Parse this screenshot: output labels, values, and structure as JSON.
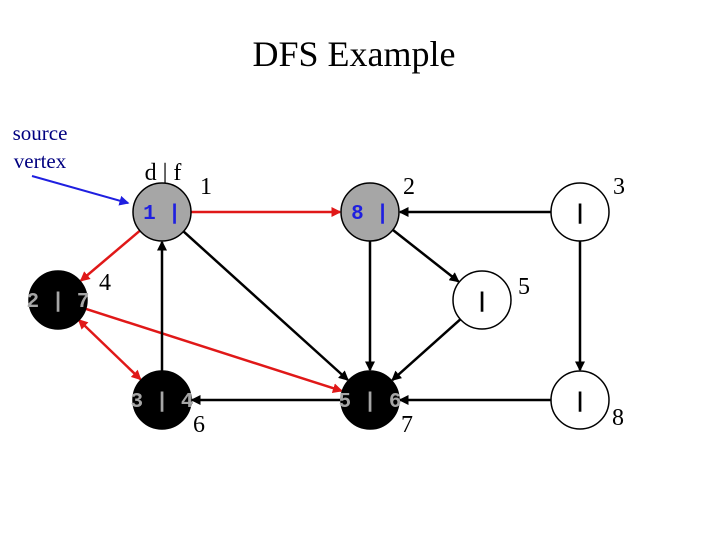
{
  "title": "DFS Example",
  "source_label": [
    "source",
    "vertex"
  ],
  "legend": "d | f",
  "colors": {
    "gray_node": "#a6a6a6",
    "black_node": "#000000",
    "white_node": "#ffffff",
    "tree_edge": "#e01818",
    "edge": "#000000",
    "source_arrow": "#1f1fe0",
    "gray_text": "#1f1fe0",
    "black_text": "#a6a6a6"
  },
  "nodes": [
    {
      "id": "a",
      "label": "1 |",
      "state": "gray"
    },
    {
      "id": "b",
      "label": "8 |",
      "state": "gray"
    },
    {
      "id": "c",
      "label": "|",
      "state": "white"
    },
    {
      "id": "d",
      "label": "2 | 7",
      "state": "black"
    },
    {
      "id": "e",
      "label": "|",
      "state": "white"
    },
    {
      "id": "f",
      "label": "3 | 4",
      "state": "black"
    },
    {
      "id": "g",
      "label": "5 | 6",
      "state": "black"
    },
    {
      "id": "h",
      "label": "|",
      "state": "white"
    }
  ],
  "edges": [
    {
      "from": "a",
      "to": "b",
      "tree": true
    },
    {
      "from": "a",
      "to": "d",
      "tree": true
    },
    {
      "from": "d",
      "to": "f",
      "tree": true
    },
    {
      "from": "d",
      "to": "g",
      "tree": true
    },
    {
      "from": "f",
      "to": "a",
      "tree": false
    },
    {
      "from": "a",
      "to": "g",
      "tree": false
    },
    {
      "from": "g",
      "to": "f",
      "tree": false
    },
    {
      "from": "b",
      "to": "g",
      "tree": false
    },
    {
      "from": "b",
      "to": "e",
      "tree": false
    },
    {
      "from": "c",
      "to": "b",
      "tree": false
    },
    {
      "from": "e",
      "to": "g",
      "tree": false
    },
    {
      "from": "c",
      "to": "h",
      "tree": false
    },
    {
      "from": "h",
      "to": "g",
      "tree": false
    }
  ],
  "step_numbers": [
    "1",
    "2",
    "3",
    "4",
    "5",
    "6",
    "7",
    "8"
  ]
}
